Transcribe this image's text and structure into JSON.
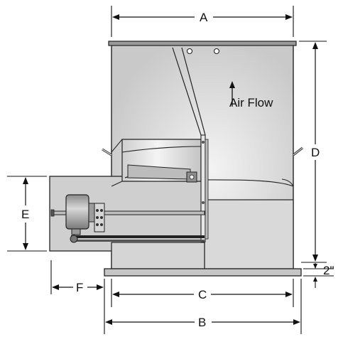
{
  "diagram": {
    "dimension_labels": {
      "A": "A",
      "B": "B",
      "C": "C",
      "D": "D",
      "E": "E",
      "F": "F",
      "base_height": "2\""
    },
    "annotation": {
      "airflow": "Air Flow"
    }
  }
}
